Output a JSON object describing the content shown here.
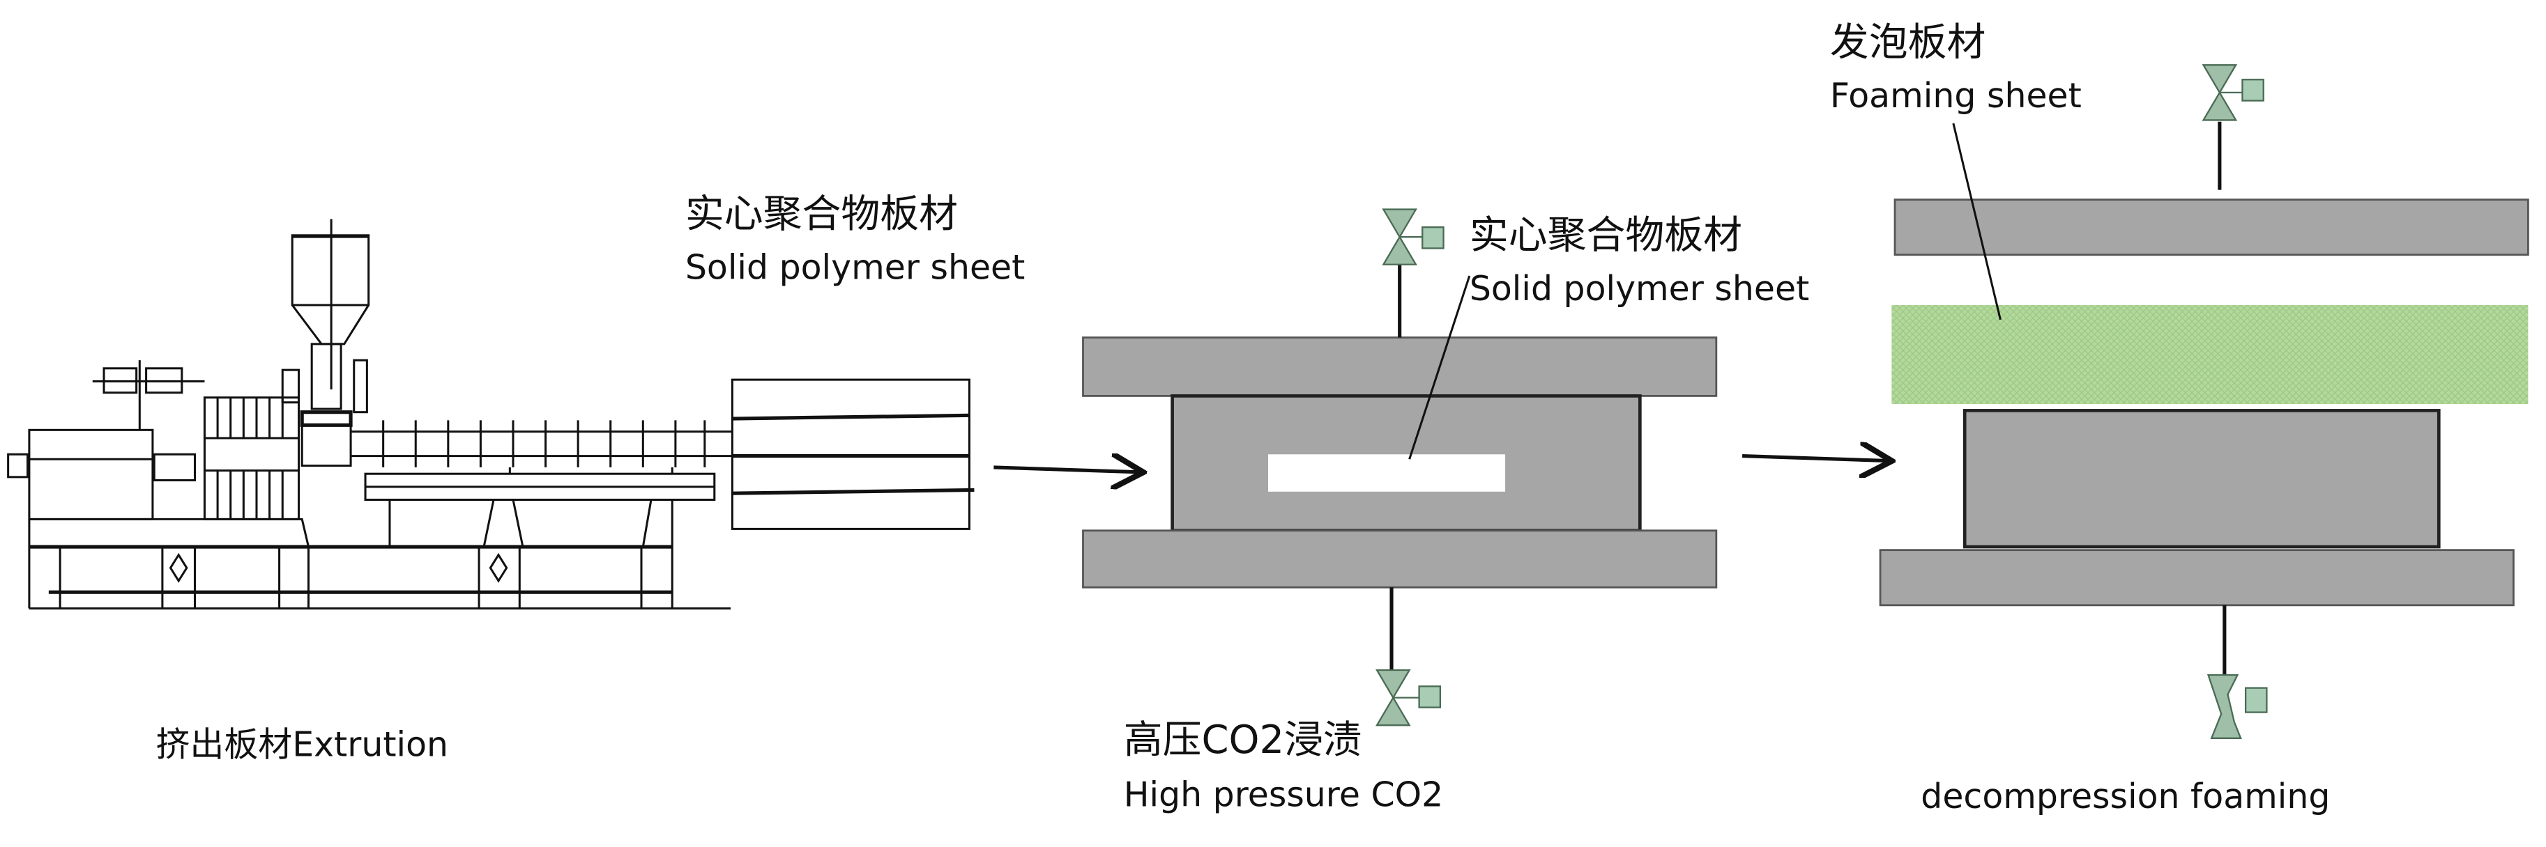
{
  "extrusion": {
    "label": "挤出板材Extrution",
    "sheet_label_cn": "实心聚合物板材",
    "sheet_label_en": "Solid polymer  sheet"
  },
  "saturation": {
    "sheet_label_cn": "实心聚合物板材",
    "sheet_label_en": "Solid polymer  sheet",
    "label_cn": "高压CO2浸渍",
    "label_en": "High pressure CO2"
  },
  "foaming": {
    "sheet_label_cn": "发泡板材",
    "sheet_label_en": "Foaming sheet",
    "label_en": "decompression foaming"
  },
  "colors": {
    "mold_gray": "#a6a6a6",
    "foam_green": "#b5d99c",
    "valve_green": "#9fbfa8"
  }
}
